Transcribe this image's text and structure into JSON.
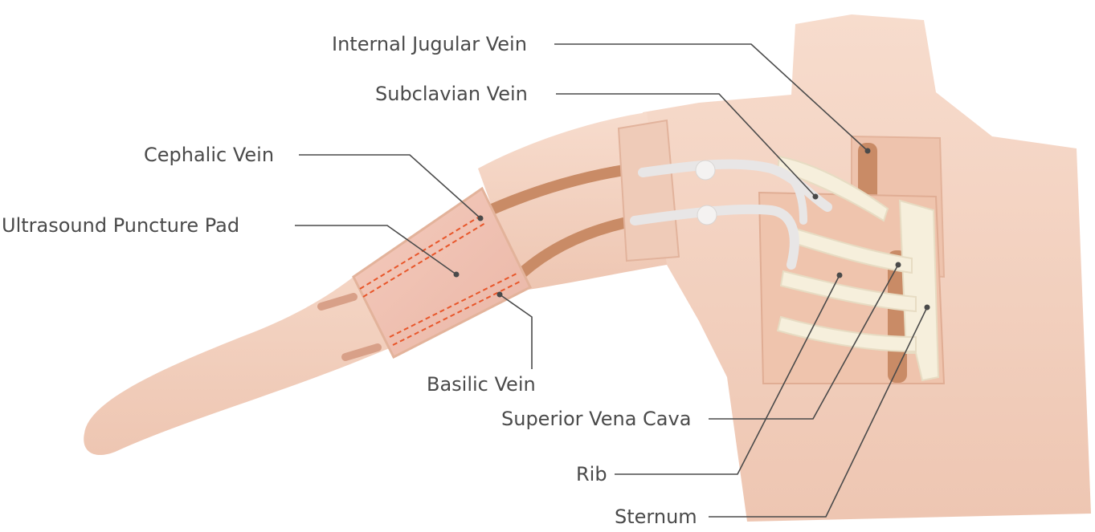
{
  "labels": {
    "internal_jugular_vein": "Internal Jugular Vein",
    "subclavian_vein": "Subclavian Vein",
    "cephalic_vein": "Cephalic Vein",
    "ultrasound_puncture_pad": "Ultrasound Puncture Pad",
    "basilic_vein": "Basilic Vein",
    "superior_vena_cava": "Superior Vena Cava",
    "rib": "Rib",
    "sternum": "Sternum"
  },
  "colors": {
    "skin": "#f5d6c6",
    "skin_shade": "#e9bfaa",
    "vein": "#c98b66",
    "bone": "#f6efdc",
    "tube": "#e8e6e6",
    "vein_guide": "#e8562a",
    "leader_line": "#4a4a4a"
  }
}
